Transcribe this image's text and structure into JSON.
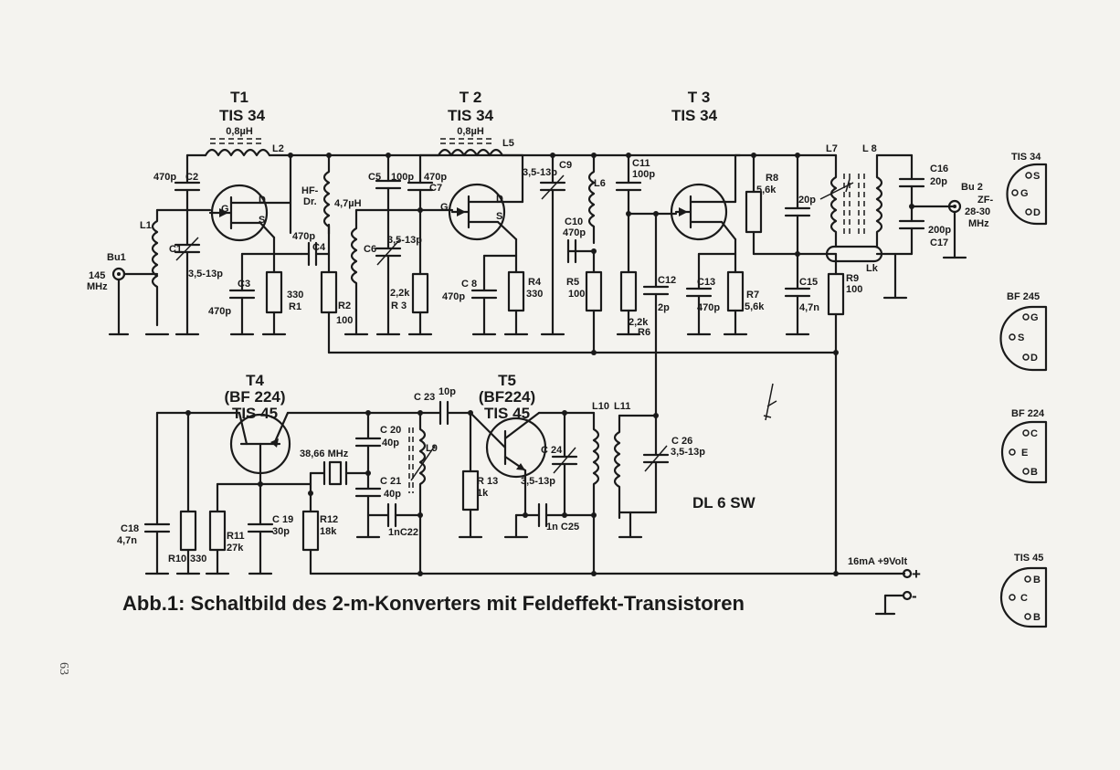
{
  "transistors": {
    "t1": {
      "name": "T1",
      "type": "TIS 34",
      "gate": "G",
      "drain": "D",
      "source": "S"
    },
    "t2": {
      "name": "T 2",
      "type": "TIS 34",
      "gate": "G",
      "drain": "D",
      "source": "S"
    },
    "t3": {
      "name": "T 3",
      "type": "TIS 34"
    },
    "t4": {
      "name": "T4",
      "type2": "(BF 224)",
      "type": "TIS 45"
    },
    "t5": {
      "name": "T5",
      "type2": "(BF224)",
      "type": "TIS 45"
    }
  },
  "components": {
    "l2_val": "0,8µH",
    "l2": "L2",
    "l5_val": "0,8µH",
    "l5": "L5",
    "c2": "C2",
    "c2_val": "470p",
    "l1": "L1",
    "c1": "C1",
    "c1_val": "3,5-13p",
    "c3": "C3",
    "c3_val": "470p",
    "r1": "R1",
    "r1_val": "330",
    "c4": "C4",
    "c4_val": "470p",
    "hf_dr": "HF-",
    "hf_dr2": "Dr.",
    "hf_val": "4,7µH",
    "r2": "R2",
    "r2_val": "100",
    "c5": "C5",
    "c5_val": "100p",
    "c6": "C6",
    "c6_val": "3,5-13p",
    "c7": "C7",
    "c7_val": "470p",
    "r3": "R 3",
    "r3_val": "2,2k",
    "c8": "C 8",
    "c8_val": "470p",
    "r4": "R4",
    "r4_val": "330",
    "c9": "C9",
    "c9_val": "3,5-13p",
    "l6": "L6",
    "c10": "C10",
    "c10_val": "470p",
    "r5": "R5",
    "r5_val": "100",
    "c11": "C11",
    "c11_val": "100p",
    "c12": "C12",
    "c12_val": "2p",
    "r6": "R6",
    "r6_val": "2,2k",
    "c13": "C13",
    "c13_val": "470p",
    "r7": "R7",
    "r7_val": "5,6k",
    "r8": "R8",
    "r8_val": "5,6k",
    "c_20p": "20p",
    "l7": "L7",
    "l8": "L 8",
    "c15": "C15",
    "c15_val": "4,7n",
    "r9": "R9",
    "r9_val": "100",
    "lk": "Lk",
    "c16": "C16",
    "c16_val": "20p",
    "c17": "C17",
    "c17_val": "200p",
    "c18": "C18",
    "c18_val": "4,7n",
    "r10": "R10",
    "r10_val": "330",
    "r11": "R11",
    "r11_val": "27k",
    "c19": "C 19",
    "c19_val": "30p",
    "crystal": "38,66 MHz",
    "r12": "R12",
    "r12_val": "18k",
    "c20": "C 20",
    "c20_val": "40p",
    "c21": "C 21",
    "c21_val": "40p",
    "c22": "1nC22",
    "l9": "L9",
    "c23": "C 23",
    "c23_val": "10p",
    "r13": "R 13",
    "r13_val": "1k",
    "c24": "C 24",
    "c24_val": "3,5-13p",
    "c25": "1n C25",
    "l10": "L10",
    "l11": "L11",
    "c26": "C 26",
    "c26_val": "3,5-13p"
  },
  "connectors": {
    "bu1": "Bu1",
    "bu1_freq1": "145",
    "bu1_freq2": "MHz",
    "bu2": "Bu 2",
    "bu2_l1": "ZF-",
    "bu2_l2": "28-30",
    "bu2_l3": "MHz"
  },
  "supply": {
    "label": "16mA +9Volt",
    "plus": "+",
    "minus": "-"
  },
  "author": "DL 6 SW",
  "caption": "Abb.1: Schaltbild des 2-m-Konverters mit Feldeffekt-Transistoren",
  "page_number": "63",
  "pinouts": [
    {
      "name": "TIS 34",
      "pins": [
        "S",
        "G",
        "D"
      ]
    },
    {
      "name": "BF 245",
      "pins": [
        "G",
        "S",
        "D"
      ]
    },
    {
      "name": "BF 224",
      "pins": [
        "C",
        "E",
        "B"
      ]
    },
    {
      "name": "TIS 45",
      "pins": [
        "B",
        "C",
        "B"
      ]
    }
  ]
}
